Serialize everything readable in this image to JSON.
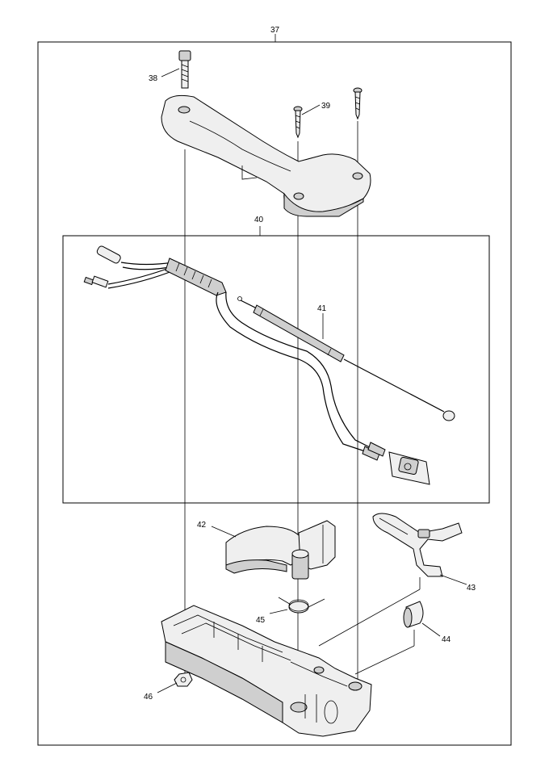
{
  "callouts": {
    "c37": "37",
    "c38": "38",
    "c39": "39",
    "c40": "40",
    "c41": "41",
    "c42": "42",
    "c43": "43",
    "c44": "44",
    "c45": "45",
    "c46": "46"
  },
  "colors": {
    "line": "#000000",
    "part_fill": "#efefef",
    "part_shade": "#cfcfcf",
    "background": "#ffffff"
  }
}
